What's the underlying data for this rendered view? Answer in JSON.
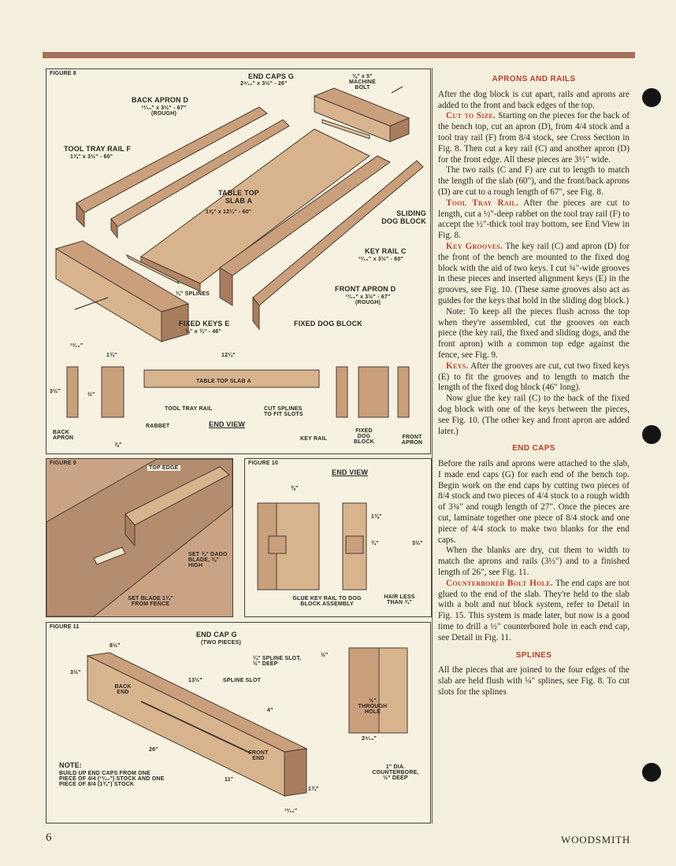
{
  "page": {
    "number": "6",
    "magazine": "WOODSMITH"
  },
  "figure8": {
    "title": "FIGURE 8",
    "labels": {
      "end_caps": "END CAPS G",
      "end_caps_dim": "2⁹⁄₁₆\" x 3½\" - 26\"",
      "bolt": "⅜\" x 5\" MACHINE BOLT",
      "back_apron": "BACK APRON D",
      "back_apron_dim": "¹³⁄₁₆\" x 3½\" - 67\" (ROUGH)",
      "tool_tray_rail": "TOOL TRAY RAIL F",
      "tool_tray_dim": "1¾\" x 3½\" - 60\"",
      "table_top": "TABLE TOP SLAB A",
      "table_top_dim": "1⅝\" x 12¼\" - 60\"",
      "sliding_dog": "SLIDING DOG BLOCK",
      "key_rail": "KEY RAIL C",
      "key_rail_dim": "¹³⁄₁₆\" x 3½\" - 60\"",
      "front_apron": "FRONT APRON D",
      "front_apron_dim": "¹³⁄₁₆\" x 3½\" - 67\" (ROUGH)",
      "splines": "¼\" SPLINES",
      "fixed_keys": "FIXED KEYS E",
      "fixed_keys_dim": "¾\" x ¾\" - 46\"",
      "fixed_dog": "FIXED DOG BLOCK",
      "end_view": "END VIEW",
      "tt_slab": "TABLE TOP SLAB A",
      "rabbet": "RABBET",
      "cut_splines": "CUT SPLINES TO FIT SLOTS",
      "back_apron_lbl": "BACK APRON",
      "key_rail_lbl": "KEY RAIL",
      "fixed_dog_lbl": "FIXED DOG BLOCK",
      "front_apron_lbl": "FRONT APRON",
      "tool_tray_lbl": "TOOL TRAY RAIL",
      "d1": "¹³⁄₁₆\"",
      "d2": "1¾\"",
      "d3": "12¼\"",
      "d4": "3½\"",
      "d5": "½\"",
      "d6": "⅞\""
    }
  },
  "figure9": {
    "title": "FIGURE 9",
    "top_edge": "TOP EDGE",
    "set_blade": "SET ¾\" DADO BLADE, ⅜\" HIGH",
    "fence": "SET BLADE 1¾\" FROM FENCE"
  },
  "figure10": {
    "title": "FIGURE 10",
    "end_view": "END VIEW",
    "glue": "GLUE KEY RAIL TO DOG BLOCK ASSEMBLY",
    "hair": "HAIR LESS THAN ¾\"",
    "d1": "⅜\"",
    "d2": "1⅜\"",
    "d3": "¾\"",
    "d4": "3½\""
  },
  "figure11": {
    "title": "FIGURE 11",
    "end_cap": "END CAP G",
    "two_pieces": "(TWO PIECES)",
    "spline_slot_top": "¼\" SPLINE SLOT, ½\" DEEP",
    "spline_slot": "SPLINE SLOT",
    "back_end": "BACK END",
    "front_end": "FRONT END",
    "through_hole": "½\" THROUGH HOLE",
    "counterbore": "1\" DIA. COUNTERBORE, ½\" DEEP",
    "note_title": "NOTE:",
    "note": "BUILD UP END CAPS FROM ONE PIECE OF 4/4 (¹³⁄₁₆\") STOCK AND ONE PIECE OF 8/4 (1¾\") STOCK",
    "d1": "8½\"",
    "d2": "13½\"",
    "d3": "4\"",
    "d4": "26\"",
    "d5": "11\"",
    "d6": "3½\"",
    "d7": "1¾\"",
    "d8": "¹³⁄₁₆\"",
    "d9": "2⁹⁄₁₆\"",
    "d10": "½\""
  },
  "article": {
    "h_aprons": "APRONS AND RAILS",
    "p1": "After the dog block is cut apart, rails and aprons are added to the front and back edges of the top.",
    "cut_lead": "Cut to Size.",
    "p2": " Starting on the pieces for the back of the bench top, cut an apron (D), from 4/4 stock and a tool tray rail (F) from 8/4 stock, see Cross Section in Fig. 8. Then cut a key rail (C) and another apron (D) for the front edge. All these pieces are 3½\" wide.",
    "p3": "The two rails (C and F) are cut to length to match the length of the slab (60\"), and the front/back aprons (D) are cut to a rough length of 67\", see Fig. 8.",
    "tool_lead": "Tool Tray Rail.",
    "p4": " After the pieces are cut to length, cut a ½\"-deep rabbet on the tool tray rail (F) to accept the ½\"-thick tool tray bottom, see End View in Fig. 8.",
    "key_lead": "Key Grooves.",
    "p5": " The key rail (C) and apron (D) for the front of the bench are mounted to the fixed dog block with the aid of two keys. I cut ¾\"-wide grooves in these pieces and inserted alignment keys (E) in the grooves, see Fig. 10. (These same grooves also act as guides for the keys that hold in the sliding dog block.)",
    "p6": "Note: To keep all the pieces flush across the top when they're assembled, cut the grooves on each piece (the key rail, the fixed and sliding dogs, and the front apron) with a common top edge against the fence, see Fig. 9.",
    "keys_lead": "Keys.",
    "p7": " After the grooves are cut, cut two fixed keys (E) to fit the grooves and to length to match the length of the fixed dog block (46\" long).",
    "p8": "Now glue the key rail (C) to the back of the fixed dog block with one of the keys between the pieces, see Fig. 10. (The other key and front apron are added later.)",
    "h_endcaps": "END CAPS",
    "p9": "Before the rails and aprons were attached to the slab, I made end caps (G) for each end of the bench top. Begin work on the end caps by cutting two pieces of 8/4 stock and two pieces of 4/4 stock to a rough width of 3¾\" and rough length of 27\". Once the pieces are cut, laminate together one piece of 8/4 stock and one piece of 4/4 stock to make two blanks for the end caps.",
    "p10": "When the blanks are dry, cut them to width to match the aprons and rails (3½\") and to a finished length of 26\", see Fig. 11.",
    "bolt_lead": "Counterbored Bolt Hole.",
    "p11": " The end caps are not glued to the end of the slab. They're held to the slab with a bolt and nut block system, refer to Detail in Fig. 15. This system is made later, but now is a good time to drill a ½\" counterbored hole in each end cap, see Detail in Fig. 11.",
    "h_splines": "SPLINES",
    "p12": "All the pieces that are joined to the four edges of the slab are held flush with ¼\" splines, see Fig. 8. To cut slots for the splines"
  }
}
